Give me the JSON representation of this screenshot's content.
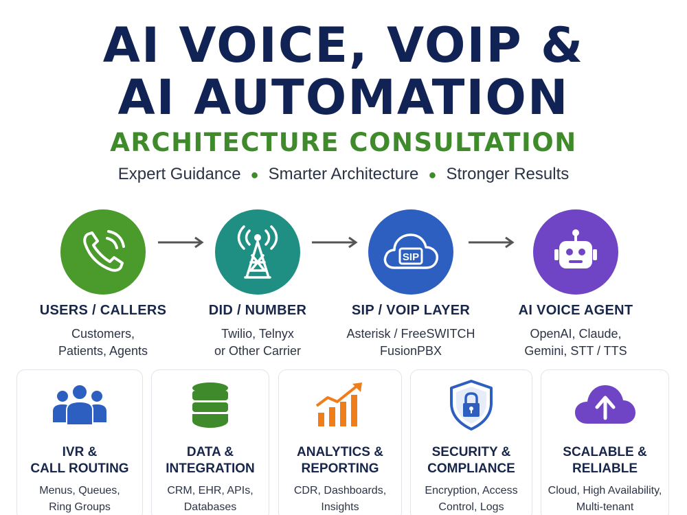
{
  "header": {
    "title_line1": "AI VOICE, VOIP &",
    "title_line2": "AI AUTOMATION",
    "subtitle": "ARCHITECTURE CONSULTATION",
    "tagline": [
      "Expert Guidance",
      "Smarter Architecture",
      "Stronger Results"
    ]
  },
  "flow": [
    {
      "title": "USERS / CALLERS",
      "desc1": "Customers,",
      "desc2": "Patients, Agents",
      "icon": "phone-icon",
      "color": "#4a9a2c"
    },
    {
      "title": "DID / NUMBER",
      "desc1": "Twilio, Telnyx",
      "desc2": "or Other Carrier",
      "icon": "antenna-tower-icon",
      "color": "#1f8f84"
    },
    {
      "title": "SIP / VOIP LAYER",
      "desc1": "Asterisk / FreeSWITCH",
      "desc2": "FusionPBX",
      "icon": "sip-cloud-icon",
      "icon_text": "SIP",
      "color": "#2d5fc0"
    },
    {
      "title": "AI VOICE AGENT",
      "desc1": "OpenAI, Claude,",
      "desc2": "Gemini, STT / TTS",
      "icon": "robot-icon",
      "color": "#6f45c6"
    }
  ],
  "features": [
    {
      "title1": "IVR &",
      "title2": "CALL ROUTING",
      "desc1": "Menus, Queues,",
      "desc2": "Ring Groups",
      "icon": "users-group-icon",
      "color": "#2d5fc0"
    },
    {
      "title1": "DATA &",
      "title2": "INTEGRATION",
      "desc1": "CRM, EHR, APIs,",
      "desc2": "Databases",
      "icon": "database-icon",
      "color": "#3f8a2a"
    },
    {
      "title1": "ANALYTICS &",
      "title2": "REPORTING",
      "desc1": "CDR, Dashboards,",
      "desc2": "Insights",
      "icon": "growth-chart-icon",
      "color": "#ef7d1a"
    },
    {
      "title1": "SECURITY &",
      "title2": "COMPLIANCE",
      "desc1": "Encryption, Access",
      "desc2": "Control, Logs",
      "icon": "shield-lock-icon",
      "color": "#2d5fc0"
    },
    {
      "title1": "SCALABLE &",
      "title2": "RELIABLE",
      "desc1": "Cloud, High Availability,",
      "desc2": "Multi-tenant",
      "icon": "cloud-upload-icon",
      "color": "#6f45c6"
    }
  ]
}
